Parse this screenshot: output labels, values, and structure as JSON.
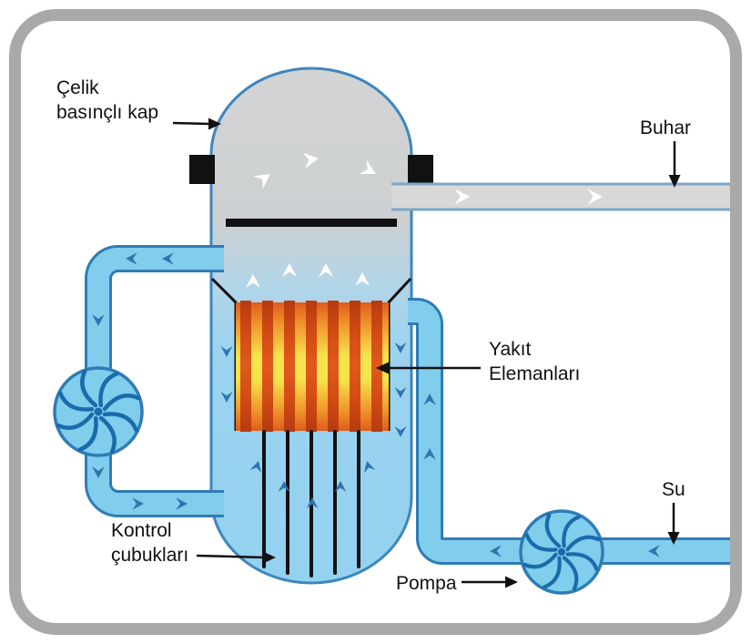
{
  "diagram": {
    "subject": "boiling-water-reactor-schematic",
    "labels": {
      "vessel": {
        "line1": "Çelik",
        "line2": "basınçlı kap"
      },
      "steam": "Buhar",
      "fuel": {
        "line1": "Yakıt",
        "line2": "Elemanları"
      },
      "control": {
        "line1": "Kontrol",
        "line2": "çubukları"
      },
      "pump": "Pompa",
      "water": "Su"
    },
    "colors": {
      "frame": "#a9a9a9",
      "vessel-outline": "#3e86bd",
      "vessel-dome": "#d3d3d3",
      "vessel-water": "#95d2f0",
      "pipe-fill": "#80cdec",
      "pipe-outline": "#2f7cb5",
      "steam-pipe-fill": "#d8d8d8",
      "steam-pipe-outline": "#7ba7c9",
      "fuel-glow": "#f7e44c",
      "fuel-rod": "#d14b14",
      "control-rod": "#111111",
      "arrow-blue": "#2f76b0",
      "arrow-white": "#ffffff",
      "pump-blade": "#1a6bab",
      "ink": "#111111"
    }
  }
}
